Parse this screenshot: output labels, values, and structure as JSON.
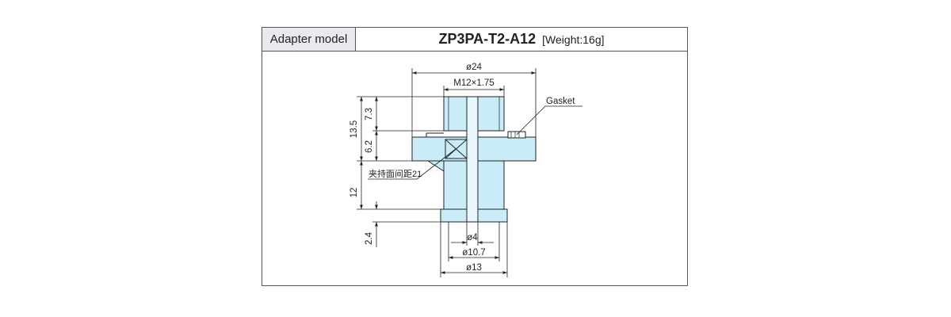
{
  "header": {
    "label": "Adapter model",
    "model": "ZP3PA-T2-A12",
    "weight": "[Weight:16g]"
  },
  "dimensions": {
    "outer_dia": "ø24",
    "thread": "M12×1.75",
    "hole_dia": "ø4",
    "neck_dia": "ø10.7",
    "base_dia": "ø13",
    "h_thread": "7.3",
    "h_flange": "6.2",
    "h_top_total": "13.5",
    "h_body": "12",
    "h_base": "2.4"
  },
  "labels": {
    "gasket": "Gasket",
    "wrench_flat": "夹持面间距21"
  },
  "colors": {
    "part_fill": "#c9ecf9",
    "line": "#222222",
    "border": "#555555",
    "header_bg": "#e8eaee"
  }
}
